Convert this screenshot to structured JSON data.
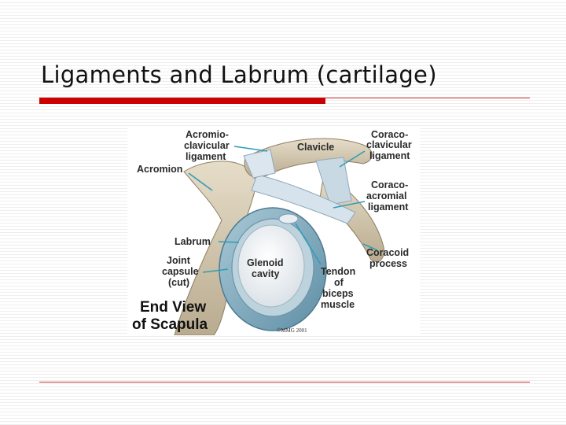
{
  "slide": {
    "title": "Ligaments and Labrum (cartilage)"
  },
  "figure": {
    "labels": {
      "acromioclavicular_1": "Acromio-",
      "acromioclavicular_2": "clavicular",
      "acromioclavicular_3": "ligament",
      "acromion": "Acromion",
      "clavicle": "Clavicle",
      "coracoclavicular_1": "Coraco-",
      "coracoclavicular_2": "clavicular",
      "coracoclavicular_3": "ligament",
      "coracoacromial_1": "Coraco-",
      "coracoacromial_2": "acromial",
      "coracoacromial_3": "ligament",
      "labrum": "Labrum",
      "joint_capsule_1": "Joint",
      "joint_capsule_2": "capsule",
      "joint_capsule_3": "(cut)",
      "glenoid_1": "Glenoid",
      "glenoid_2": "cavity",
      "coracoid_1": "Coracoid",
      "coracoid_2": "process",
      "tendon_1": "Tendon",
      "tendon_2": "of",
      "tendon_3": "biceps",
      "tendon_4": "muscle",
      "caption_1": "End View",
      "caption_2": "of Scapula",
      "copyright": "©MMG 2001"
    }
  }
}
